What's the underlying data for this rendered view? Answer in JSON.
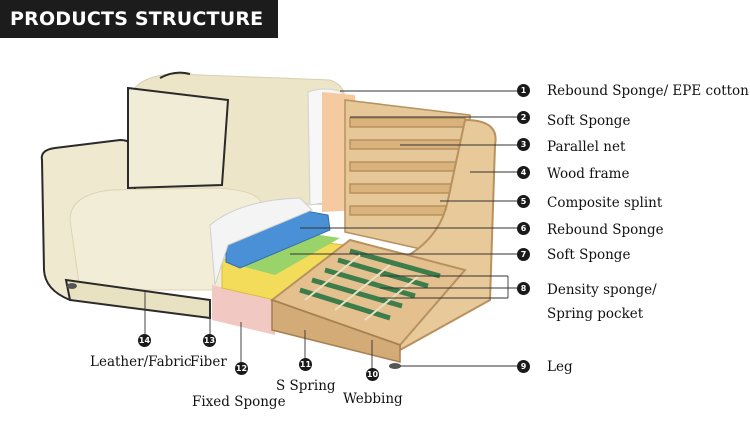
{
  "title": "PRODUCTS STRUCTURE",
  "parts": [
    {
      "num": "1",
      "label": "Rebound Sponge/ EPE cotton"
    },
    {
      "num": "2",
      "label": "Soft Sponge"
    },
    {
      "num": "3",
      "label": "Parallel net"
    },
    {
      "num": "4",
      "label": "Wood frame"
    },
    {
      "num": "5",
      "label": "Composite splint"
    },
    {
      "num": "6",
      "label": "Rebound Sponge"
    },
    {
      "num": "7",
      "label": "Soft Sponge"
    },
    {
      "num": "8",
      "label": "Density sponge/",
      "label2": "Spring pocket"
    },
    {
      "num": "9",
      "label": "Leg"
    },
    {
      "num": "10",
      "label": "Webbing"
    },
    {
      "num": "11",
      "label": "S Spring"
    },
    {
      "num": "12",
      "label": "Fixed Sponge"
    },
    {
      "num": "13",
      "label": "Fiber"
    },
    {
      "num": "14",
      "label": "Leather/Fabric"
    }
  ],
  "colors": {
    "leather": "#efe9cf",
    "wood": "#dcb887",
    "blue_sponge": "#4a90d6",
    "yellow_sponge": "#f3dc5a",
    "green_spring": "#4d9a5a",
    "pink_sponge": "#f2c8c3"
  }
}
